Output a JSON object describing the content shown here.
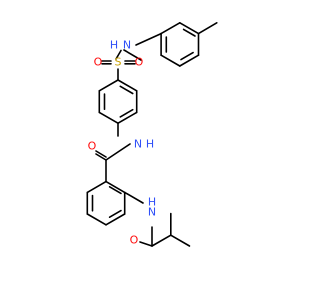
{
  "molecule": {
    "colors": {
      "bond": "#000000",
      "nitrogen": "#3050f8",
      "oxygen": "#ff0d0d",
      "sulfur": "#c8a000"
    },
    "atom_labels": {
      "sulfonamide_nh": "N",
      "sulfonamide_h": "H",
      "sulfur": "S",
      "sulfonyl_o_left": "O",
      "sulfonyl_o_right": "O",
      "benzamide_nh": "N",
      "benzamide_h": "H",
      "benzamide_o": "O",
      "isobutyramide_nh": "N",
      "isobutyramide_h": "H",
      "isobutyramide_o": "O"
    }
  }
}
